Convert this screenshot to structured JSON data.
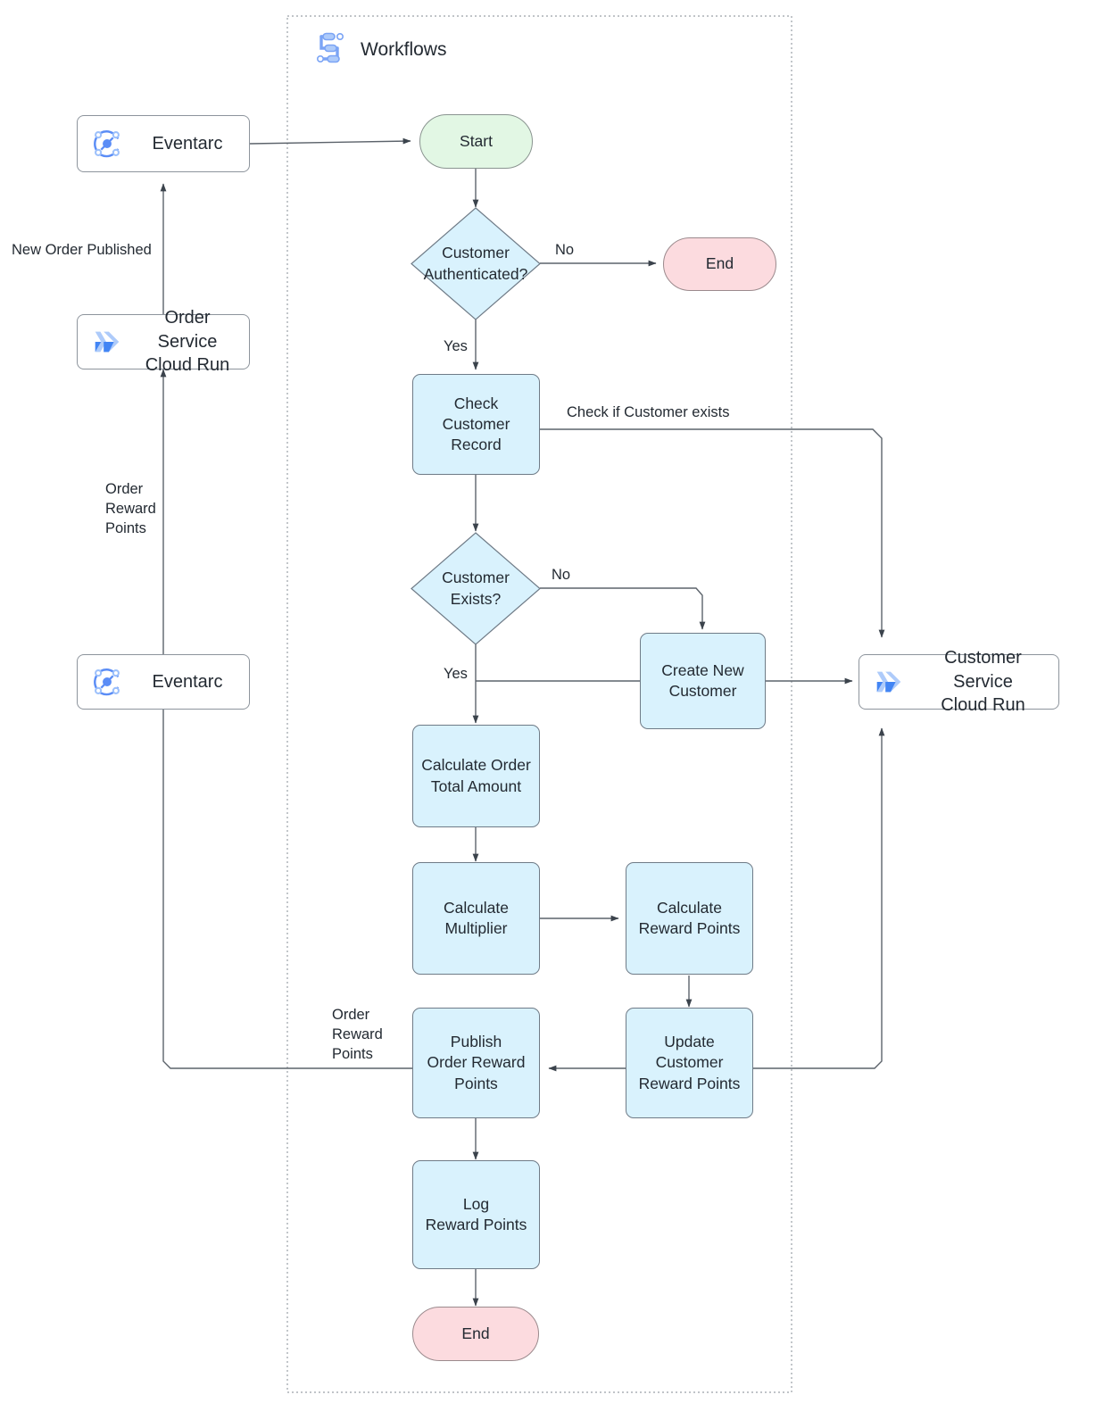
{
  "diagram": {
    "title": "Order Reward Points Workflow",
    "group": {
      "label": "Workflows",
      "icon": "workflows-icon"
    },
    "colors": {
      "process_fill": "#d9f2fd",
      "process_stroke": "#6f7b87",
      "start_fill": "#e2f7e4",
      "end_fill": "#fcdbdf",
      "service_fill": "#ffffff",
      "edge_stroke": "#5c636b",
      "text": "#232a32",
      "icon_blue": "#4285f4",
      "icon_blue_light": "#aecbfa"
    },
    "nodes": {
      "eventarc_top": {
        "label": "Eventarc",
        "icon": "eventarc-icon"
      },
      "order_service": {
        "label": "Order Service\nCloud Run",
        "line1": "Order Service",
        "line2": "Cloud Run",
        "icon": "cloud-run-icon"
      },
      "eventarc_bottom": {
        "label": "Eventarc",
        "icon": "eventarc-icon"
      },
      "customer_service": {
        "line1": "Customer Service",
        "line2": "Cloud Run",
        "icon": "cloud-run-icon"
      },
      "start": {
        "label": "Start"
      },
      "customer_authenticated": {
        "line1": "Customer",
        "line2": "Authenticated?"
      },
      "end_top": {
        "label": "End"
      },
      "check_customer_record": {
        "line1": "Check",
        "line2": "Customer",
        "line3": "Record"
      },
      "customer_exists": {
        "line1": "Customer",
        "line2": "Exists?"
      },
      "create_new_customer": {
        "line1": "Create New",
        "line2": "Customer"
      },
      "calculate_order_total": {
        "line1": "Calculate Order",
        "line2": "Total Amount"
      },
      "calculate_multiplier": {
        "line1": "Calculate",
        "line2": "Multiplier"
      },
      "calculate_reward_points": {
        "line1": "Calculate",
        "line2": "Reward Points"
      },
      "update_customer_reward_points": {
        "line1": "Update",
        "line2": "Customer",
        "line3": "Reward Points"
      },
      "publish_order_reward_points": {
        "line1": "Publish",
        "line2": "Order Reward",
        "line3": "Points"
      },
      "log_reward_points": {
        "line1": "Log",
        "line2": "Reward Points"
      },
      "end_bottom": {
        "label": "End"
      }
    },
    "edge_labels": {
      "new_order_published": "New Order Published",
      "order_reward_points_left": "Order\nReward\nPoints",
      "no_authenticated": "No",
      "yes_authenticated": "Yes",
      "check_if_customer_exists": "Check if Customer exists",
      "no_exists": "No",
      "yes_exists": "Yes",
      "order_reward_points_publish": "Order\nReward\nPoints"
    }
  }
}
